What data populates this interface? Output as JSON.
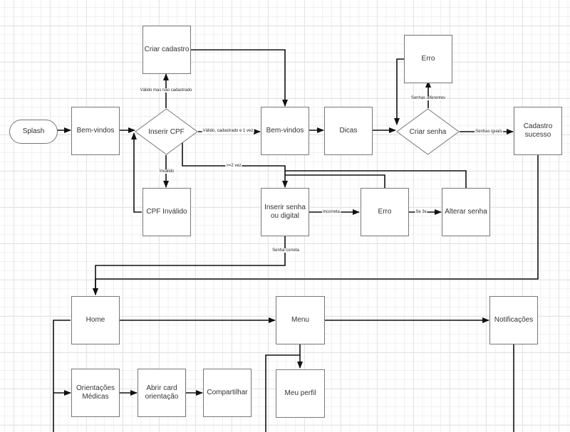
{
  "nodes": {
    "splash": "Splash",
    "bem_vindos_1": "Bem-vindos",
    "inserir_cpf": "Inserir CPF",
    "criar_cadastro": "Criar cadastro",
    "cpf_invalido": "CPF Inválido",
    "bem_vindos_2": "Bem-vindos",
    "dicas": "Dicas",
    "criar_senha": "Criar senha",
    "erro_top": "Erro",
    "cadastro_sucesso": "Cadastro\nsucesso",
    "inserir_senha": "Inserir senha\nou digital",
    "erro_mid": "Erro",
    "alterar_senha": "Alterar senha",
    "home": "Home",
    "menu": "Menu",
    "notificacoes": "Notificações",
    "orientacoes_medicas": "Orientações\nMédicas",
    "abrir_card": "Abrir card\norientação",
    "compartilhar": "Compartilhar",
    "meu_perfil": "Meu perfil"
  },
  "edge_labels": {
    "valido_nao_cadastrado": "Válido mas não cadastrado",
    "valido_cadastrado_1vez": "Válido, cadastrado e 1 vez",
    "invalido": "Inválido",
    "mais_1_vez": ">=2 vez",
    "senhas_diferentes": "Senhas diferentes",
    "senhas_iguais": "Senhas iguais",
    "incorreta": "Incorreta",
    "se_3x": "Se 3x",
    "senha_correta": "Senha correta"
  },
  "colors": {
    "line": "#111111",
    "border": "#777777",
    "grid_minor": "#f0f0f0",
    "grid_major": "#e4e4e4"
  }
}
